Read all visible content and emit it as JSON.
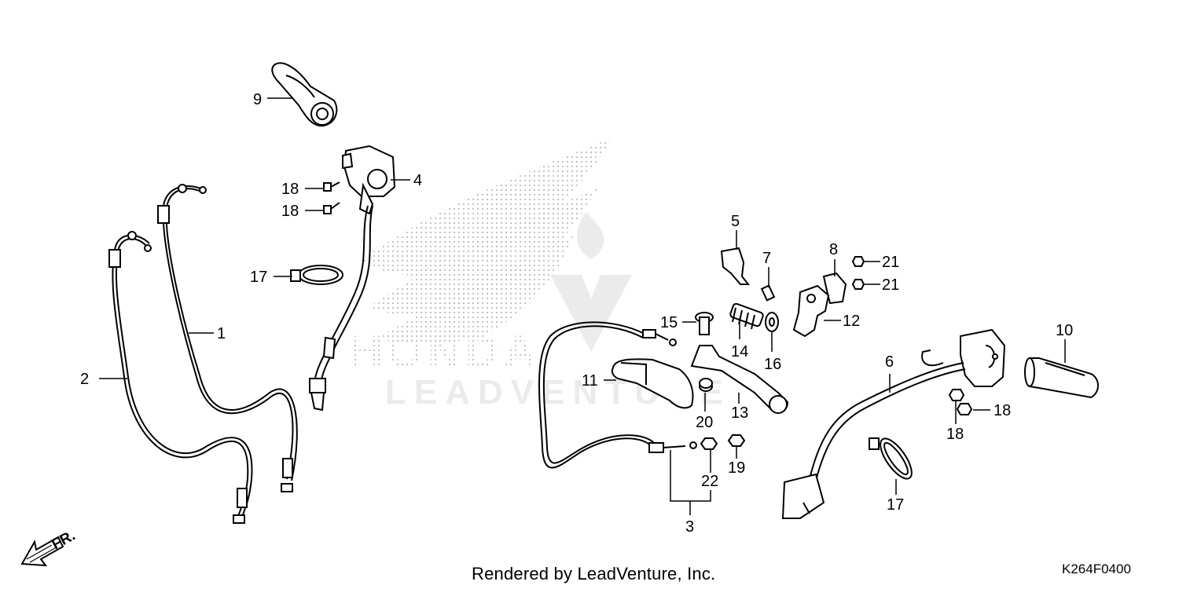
{
  "callouts": {
    "p1": "1",
    "p2": "2",
    "p3": "3",
    "p4": "4",
    "p5": "5",
    "p6": "6",
    "p7": "7",
    "p8": "8",
    "p9": "9",
    "p10": "10",
    "p11": "11",
    "p12": "12",
    "p13": "13",
    "p14": "14",
    "p15": "15",
    "p16": "16",
    "p17a": "17",
    "p17b": "17",
    "p18a": "18",
    "p18b": "18",
    "p18c": "18",
    "p18d": "18",
    "p19": "19",
    "p20": "20",
    "p21a": "21",
    "p21b": "21",
    "p22": "22"
  },
  "direction_label": "FR.",
  "watermark": {
    "brand": "HONDA",
    "vendor": "LEADVENTURE"
  },
  "footer": {
    "credit": "Rendered by LeadVenture, Inc.",
    "diagram_code": "K264F0400"
  }
}
